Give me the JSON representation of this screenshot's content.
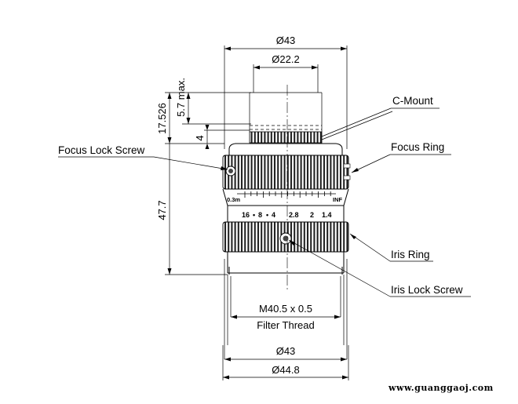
{
  "dimensions": {
    "top_overall_diameter": "Ø43",
    "mount_diameter": "Ø22.2",
    "max_protrusion": "5.7 max.",
    "flange_distance": "17.526",
    "mount_height": "4",
    "body_length": "47.7",
    "filter_thread": "M40.5 x 0.5",
    "filter_thread_label": "Filter Thread",
    "front_diameter": "Ø43",
    "max_diameter": "Ø44.8"
  },
  "callouts": {
    "c_mount": "C-Mount",
    "focus_ring": "Focus Ring",
    "focus_lock_screw": "Focus Lock Screw",
    "iris_ring": "Iris Ring",
    "iris_lock_screw": "Iris Lock Screw"
  },
  "focus_scale": {
    "left_mark": "0.3m",
    "right_mark": "INF"
  },
  "iris_scale": [
    "16",
    "•",
    "8",
    "•",
    "4",
    "2.8",
    "2",
    "1.4"
  ],
  "watermark": "www.guanggaoj.com"
}
